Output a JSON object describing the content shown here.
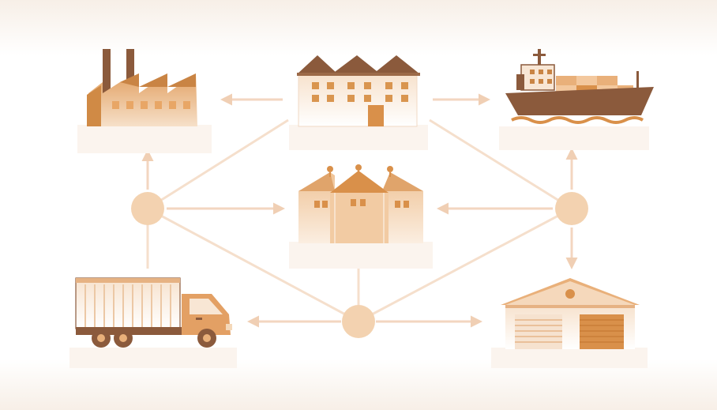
{
  "diagram": {
    "type": "logistics-network",
    "nodes": [
      {
        "id": "factory",
        "icon": "factory-icon"
      },
      {
        "id": "warehouse",
        "icon": "warehouse-building-icon"
      },
      {
        "id": "cargo-ship",
        "icon": "cargo-ship-icon"
      },
      {
        "id": "grain-silos",
        "icon": "silo-storage-icon"
      },
      {
        "id": "delivery-truck",
        "icon": "truck-icon"
      },
      {
        "id": "distribution-center",
        "icon": "distribution-center-icon"
      }
    ],
    "hubs": [
      {
        "id": "hub-left"
      },
      {
        "id": "hub-right"
      },
      {
        "id": "hub-bottom"
      }
    ],
    "edges": [
      {
        "from": "warehouse",
        "to": "factory",
        "arrow": true
      },
      {
        "from": "warehouse",
        "to": "cargo-ship",
        "arrow": true
      },
      {
        "from": "hub-left",
        "to": "factory",
        "arrow": true
      },
      {
        "from": "hub-left",
        "to": "grain-silos",
        "arrow": true
      },
      {
        "from": "hub-right",
        "to": "cargo-ship",
        "arrow": true
      },
      {
        "from": "hub-right",
        "to": "grain-silos",
        "arrow": true
      },
      {
        "from": "hub-right",
        "to": "distribution-center",
        "arrow": true
      },
      {
        "from": "hub-bottom",
        "to": "delivery-truck",
        "arrow": true
      },
      {
        "from": "hub-bottom",
        "to": "distribution-center",
        "arrow": true
      },
      {
        "from": "hub-left",
        "to": "warehouse",
        "arrow": false
      },
      {
        "from": "hub-right",
        "to": "warehouse",
        "arrow": false
      },
      {
        "from": "hub-left",
        "to": "hub-bottom",
        "arrow": false
      },
      {
        "from": "hub-right",
        "to": "hub-bottom",
        "arrow": false
      }
    ]
  },
  "colors": {
    "line": "#f3dcc8",
    "hub": "#f3d2b0",
    "dark_brown": "#8b5a3c",
    "mid_orange": "#d9904a",
    "light_peach": "#f6e3d1",
    "background_band": "#f8f2ec"
  }
}
